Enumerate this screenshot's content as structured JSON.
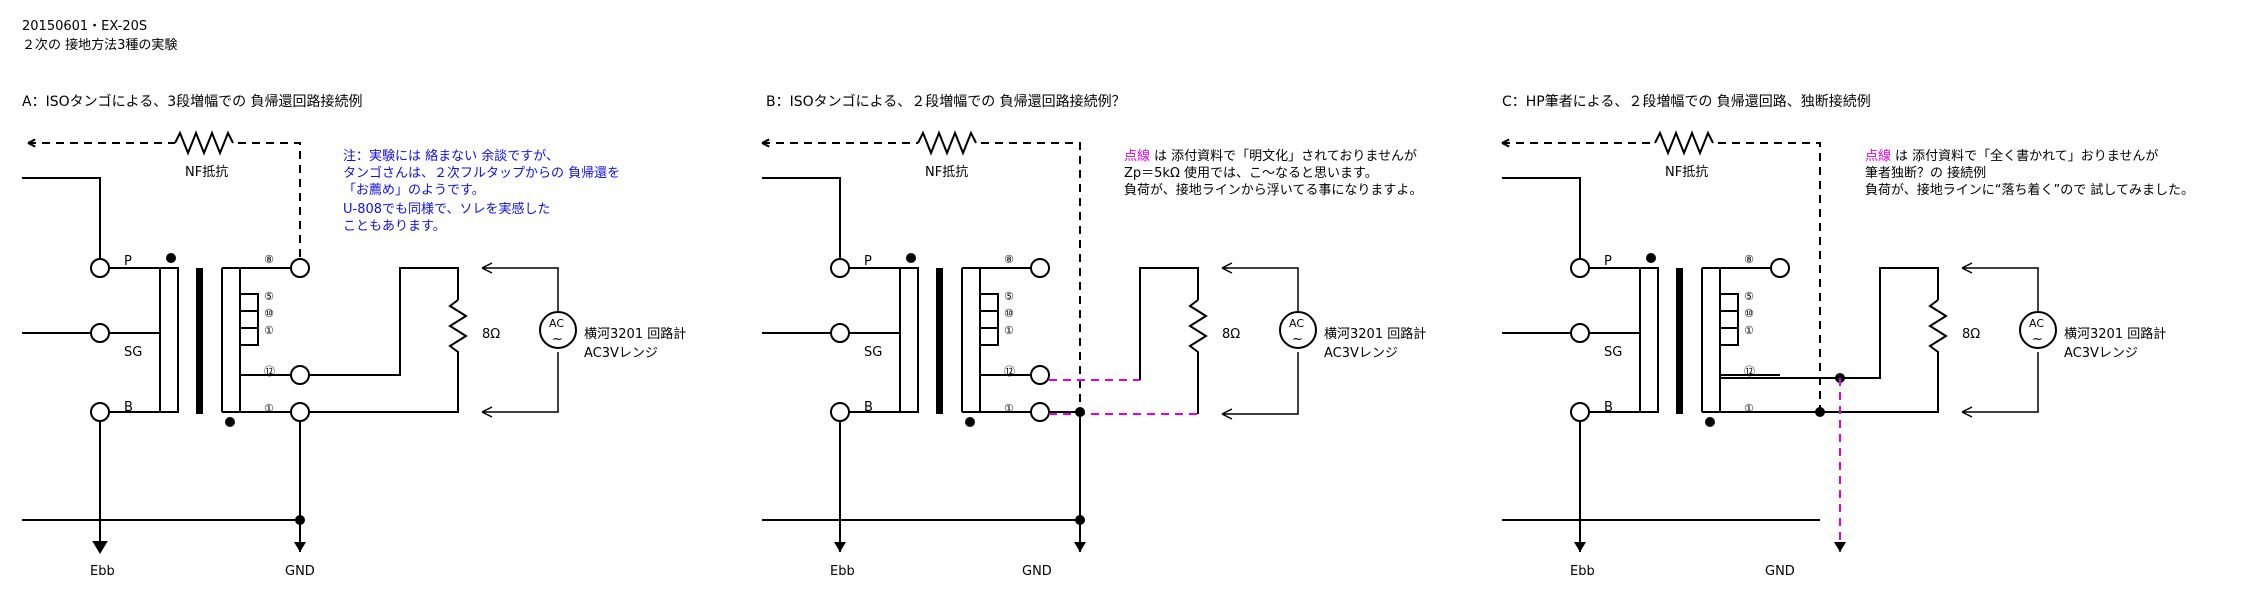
{
  "header": {
    "line1": "20150601・EX-20S",
    "line2": "２次の 接地方法3種の実験"
  },
  "labels": {
    "nf": "NF抵抗",
    "p": "P",
    "sg": "SG",
    "b": "B",
    "ohm": "8Ω",
    "ac": "AC",
    "ac_wave": "~",
    "meter1": "横河3201 回路計",
    "meter2": "AC3Vレンジ",
    "ebb": "Ebb",
    "gnd": "GND",
    "tap8": "⑧",
    "tap5": "⑤",
    "tap10": "⑩",
    "tap1c": "①",
    "tap12": "⑫",
    "tap1": "①"
  },
  "panels": [
    {
      "title": "A：ISOタンゴによる、3段増幅での 負帰還回路接続例",
      "note": [
        {
          "text": "注：実験には 絡まない 余談ですが、",
          "color": "blue"
        },
        {
          "text": "タンゴさんは、２次フルタップからの 負帰還を",
          "color": "blue"
        },
        {
          "text": "「お薦め」のようです。",
          "color": "blue"
        },
        {
          "text": "U-808でも同様で、ソレを実感した",
          "color": "blue"
        },
        {
          "text": "こともあります。",
          "color": "blue"
        }
      ]
    },
    {
      "title": "B：ISOタンゴによる、２段増幅での 負帰還回路接続例？",
      "note_highlight": "点線",
      "note": [
        {
          "text": "は 添付資料で「明文化」されておりませんが"
        },
        {
          "text": "Zp＝5kΩ 使用では、こ〜なると思います。"
        },
        {
          "text": "負荷が、接地ラインから浮いてる事になりますよ。"
        }
      ]
    },
    {
      "title": "C：HP筆者による、２段増幅での 負帰還回路、独断接続例",
      "note_highlight": "点線",
      "note": [
        {
          "text": "は 添付資料で「全く書かれて」おりませんが"
        },
        {
          "text": "筆者独断？の 接続例"
        },
        {
          "text": "負荷が、接地ラインに“落ち着く”ので 試してみました。"
        }
      ]
    }
  ],
  "colors": {
    "wire": "#000000",
    "note_blue": "#1010e0",
    "highlight_magenta": "#e000e0",
    "background": "#ffffff"
  }
}
